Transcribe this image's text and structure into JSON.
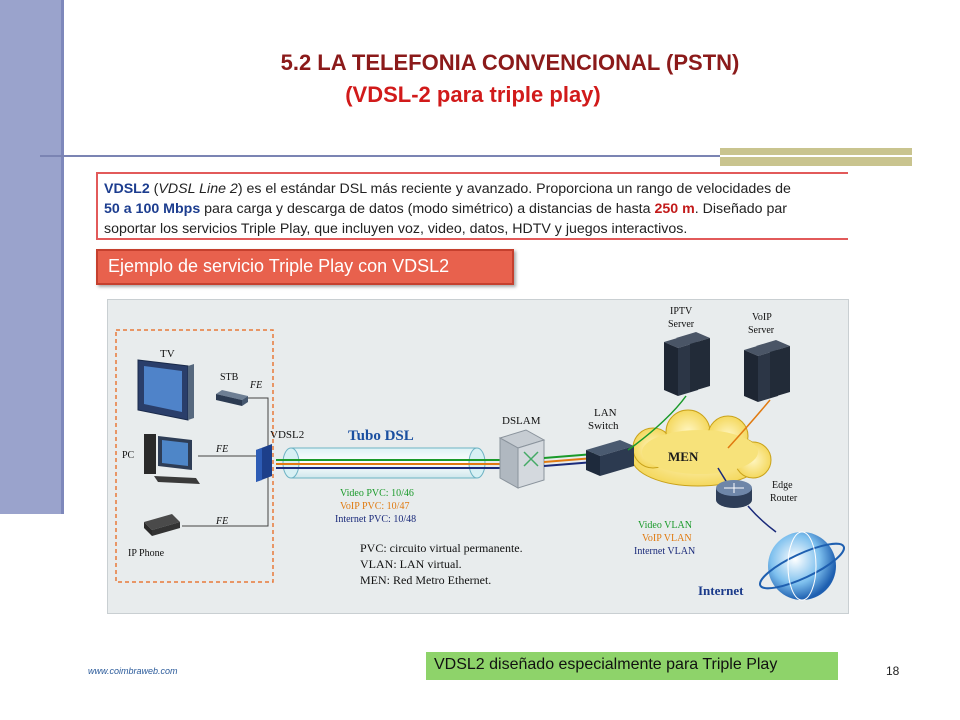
{
  "slide": {
    "title_line1": "5.2 LA TELEFONIA CONVENCIONAL (PSTN)",
    "title_line2": "(VDSL-2 para triple play)",
    "page_number": "18",
    "footer_url": "www.coimbraweb.com",
    "bottom_banner": "VDSL2 diseñado especialmente para Triple Play",
    "example_banner": "Ejemplo de servicio Triple Play con VDSL2"
  },
  "description": {
    "t1": "VDSL2",
    "t2": " (",
    "t3": "VDSL Line 2",
    "t4": ") es el estándar DSL más reciente y avanzado. Proporciona un rango de velocidades de",
    "t5": "50 a 100 Mbps",
    "t6": " para carga y descarga de datos (modo simétrico) a distancias de hasta ",
    "t7": "250 m",
    "t8": ". Diseñado par",
    "t9": "soportar los servicios Triple Play, que incluyen voz, video, datos, HDTV y juegos interactivos."
  },
  "diagram": {
    "tv": "TV",
    "stb": "STB",
    "fe": "FE",
    "pc": "PC",
    "ip_phone": "IP Phone",
    "vdsl2": "VDSL2",
    "tubo_dsl": "Tubo DSL",
    "dslam": "DSLAM",
    "lan": "LAN",
    "switch": "Switch",
    "men": "MEN",
    "iptv": "IPTV",
    "voip": "VoIP",
    "server": "Server",
    "edge": "Edge",
    "router": "Router",
    "internet": "Internet",
    "video_pvc": "Video PVC: 10/46",
    "voip_pvc": "VoIP PVC: 10/47",
    "internet_pvc": "Internet PVC: 10/48",
    "video_vlan": "Video VLAN",
    "voip_vlan": "VoIP VLAN",
    "internet_vlan": "Internet VLAN",
    "def_pvc": "PVC: circuito virtual permanente.",
    "def_vlan": "VLAN: LAN virtual.",
    "def_men": "MEN: Red Metro Ethernet."
  },
  "colors": {
    "title_dark_red": "#8b1a1a",
    "title_red": "#d11a1a",
    "video_green": "#1a9a2a",
    "voip_orange": "#e07a10",
    "internet_navy": "#1a2a7a",
    "banner_green": "#8ed36a",
    "banner_red": "#e8614d"
  }
}
